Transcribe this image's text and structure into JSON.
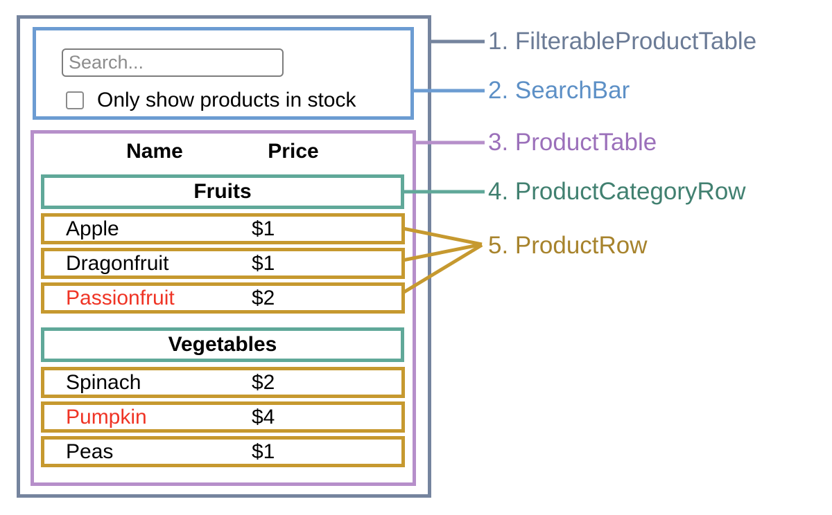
{
  "diagram": {
    "search_bar": {
      "placeholder": "Search...",
      "checkbox_label": "Only show products in stock",
      "checkbox_checked": false
    },
    "table": {
      "columns": [
        "Name",
        "Price"
      ],
      "sections": [
        {
          "category": "Fruits",
          "rows": [
            {
              "name": "Apple",
              "price": "$1",
              "stocked": true
            },
            {
              "name": "Dragonfruit",
              "price": "$1",
              "stocked": true
            },
            {
              "name": "Passionfruit",
              "price": "$2",
              "stocked": false
            }
          ]
        },
        {
          "category": "Vegetables",
          "rows": [
            {
              "name": "Spinach",
              "price": "$2",
              "stocked": true
            },
            {
              "name": "Pumpkin",
              "price": "$4",
              "stocked": false
            },
            {
              "name": "Peas",
              "price": "$1",
              "stocked": true
            }
          ]
        }
      ]
    },
    "legend": [
      {
        "label": "1. FilterableProductTable",
        "color": "#6b7b96"
      },
      {
        "label": "2. SearchBar",
        "color": "#5d90c6"
      },
      {
        "label": "3. ProductTable",
        "color": "#9b70ba"
      },
      {
        "label": "4. ProductCategoryRow",
        "color": "#418070"
      },
      {
        "label": "5. ProductRow",
        "color": "#a7832c"
      }
    ],
    "colors": {
      "outer_border": "#75849e",
      "searchbar_border": "#6c9cd2",
      "table_border": "#b68fca",
      "category_border": "#60a899",
      "row_border": "#c6992f",
      "out_of_stock_text": "#ef3425"
    }
  }
}
